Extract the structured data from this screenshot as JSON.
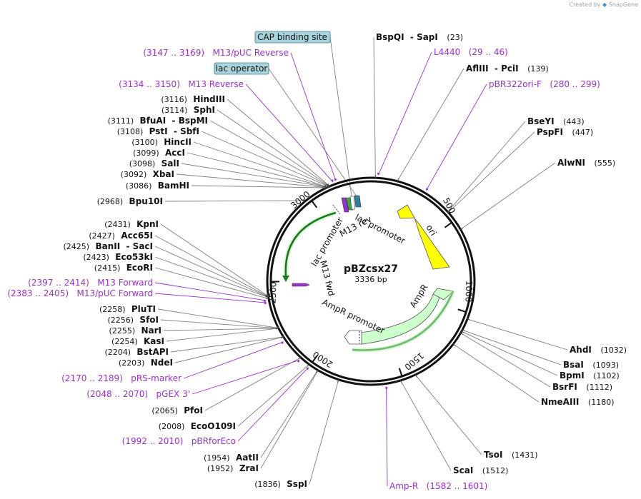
{
  "brand": {
    "prefix": "Created by",
    "name": "SnapGene"
  },
  "plasmid": {
    "name": "pBZcsx27",
    "length_label": "3336 bp",
    "length": 3336
  },
  "ticks": [
    "500",
    "1000",
    "1500",
    "2000",
    "2500",
    "3000"
  ],
  "features": {
    "lac_promoter_top": "lac promoter",
    "m13_rev": "M13 rev",
    "lac_promoter_left": "lac promoter",
    "ori": "ori",
    "m13_fwd": "M13 fwd",
    "ampr": "AmpR",
    "ampr_promoter": "AmpR promoter"
  },
  "boxed": {
    "cap": "CAP binding site",
    "lacop": "lac operator"
  },
  "sites": [
    {
      "id": "bspqi",
      "pos": "(23)",
      "names": [
        "BspQI",
        "SapI"
      ]
    },
    {
      "id": "afliii",
      "pos": "(139)",
      "names": [
        "AflIII",
        "PciI"
      ]
    },
    {
      "id": "bseyi",
      "pos": "(443)",
      "names": [
        "BseYI"
      ]
    },
    {
      "id": "pspfi",
      "pos": "(447)",
      "names": [
        "PspFI"
      ]
    },
    {
      "id": "alwni",
      "pos": "(555)",
      "names": [
        "AlwNI"
      ]
    },
    {
      "id": "ahdi",
      "pos": "(1032)",
      "names": [
        "AhdI"
      ]
    },
    {
      "id": "bsai",
      "pos": "(1093)",
      "names": [
        "BsaI"
      ]
    },
    {
      "id": "bpmi",
      "pos": "(1102)",
      "names": [
        "BpmI"
      ]
    },
    {
      "id": "bsrfi",
      "pos": "(1112)",
      "names": [
        "BsrFI"
      ]
    },
    {
      "id": "nmeaiii",
      "pos": "(1180)",
      "names": [
        "NmeAIII"
      ]
    },
    {
      "id": "tsoi",
      "pos": "(1431)",
      "names": [
        "TsoI"
      ]
    },
    {
      "id": "scai",
      "pos": "(1512)",
      "names": [
        "ScaI"
      ]
    },
    {
      "id": "sspi",
      "pos": "(1836)",
      "names": [
        "SspI"
      ]
    },
    {
      "id": "zrai",
      "pos": "(1952)",
      "names": [
        "ZraI"
      ]
    },
    {
      "id": "aatii",
      "pos": "(1954)",
      "names": [
        "AatII"
      ]
    },
    {
      "id": "ecoo109i",
      "pos": "(2008)",
      "names": [
        "EcoO109I"
      ]
    },
    {
      "id": "pfoi",
      "pos": "(2065)",
      "names": [
        "PfoI"
      ]
    },
    {
      "id": "ndei",
      "pos": "(2203)",
      "names": [
        "NdeI"
      ]
    },
    {
      "id": "bstapi",
      "pos": "(2204)",
      "names": [
        "BstAPI"
      ]
    },
    {
      "id": "kasi",
      "pos": "(2254)",
      "names": [
        "KasI"
      ]
    },
    {
      "id": "nari",
      "pos": "(2255)",
      "names": [
        "NarI"
      ]
    },
    {
      "id": "sfoi",
      "pos": "(2256)",
      "names": [
        "SfoI"
      ]
    },
    {
      "id": "pluti",
      "pos": "(2258)",
      "names": [
        "PluTI"
      ]
    },
    {
      "id": "ecori",
      "pos": "(2415)",
      "names": [
        "EcoRI"
      ]
    },
    {
      "id": "eco53ki",
      "pos": "(2423)",
      "names": [
        "Eco53kI"
      ]
    },
    {
      "id": "banii",
      "pos": "(2425)",
      "names": [
        "BanII",
        "SacI"
      ]
    },
    {
      "id": "acc65i",
      "pos": "(2427)",
      "names": [
        "Acc65I"
      ]
    },
    {
      "id": "kpni",
      "pos": "(2431)",
      "names": [
        "KpnI"
      ]
    },
    {
      "id": "bpu10i",
      "pos": "(2968)",
      "names": [
        "Bpu10I"
      ]
    },
    {
      "id": "bamhi",
      "pos": "(3086)",
      "names": [
        "BamHI"
      ]
    },
    {
      "id": "xbai",
      "pos": "(3092)",
      "names": [
        "XbaI"
      ]
    },
    {
      "id": "sali",
      "pos": "(3098)",
      "names": [
        "SalI"
      ]
    },
    {
      "id": "acci",
      "pos": "(3099)",
      "names": [
        "AccI"
      ]
    },
    {
      "id": "hincii",
      "pos": "(3100)",
      "names": [
        "HincII"
      ]
    },
    {
      "id": "psti",
      "pos": "(3108)",
      "names": [
        "PstI",
        "SbfI"
      ]
    },
    {
      "id": "bfuai",
      "pos": "(3111)",
      "names": [
        "BfuAI",
        "BspMI"
      ]
    },
    {
      "id": "sphi",
      "pos": "(3114)",
      "names": [
        "SphI"
      ]
    },
    {
      "id": "hindiii",
      "pos": "(3116)",
      "names": [
        "HindIII"
      ]
    }
  ],
  "primers": [
    {
      "id": "l4440",
      "name": "L4440",
      "range": "(29 .. 46)"
    },
    {
      "id": "pbr322",
      "name": "pBR322ori-F",
      "range": "(280 .. 299)"
    },
    {
      "id": "ampr_primer",
      "name": "Amp-R",
      "range": "(1582 .. 1601)"
    },
    {
      "id": "pbrforeco",
      "name": "pBRforEco",
      "range": "(1992 .. 2010)"
    },
    {
      "id": "pgex3",
      "name": "pGEX 3'",
      "range": "(2048 .. 2070)"
    },
    {
      "id": "prsmarker",
      "name": "pRS-marker",
      "range": "(2170 .. 2189)"
    },
    {
      "id": "m13puc_fwd",
      "name": "M13/pUC Forward",
      "range": "(2383 .. 2405)"
    },
    {
      "id": "m13_forward",
      "name": "M13 Forward",
      "range": "(2397 .. 2414)"
    },
    {
      "id": "m13_reverse",
      "name": "M13 Reverse",
      "range": "(3134 .. 3150)"
    },
    {
      "id": "m13puc_rev",
      "name": "M13/pUC Reverse",
      "range": "(3147 .. 3169)"
    }
  ]
}
